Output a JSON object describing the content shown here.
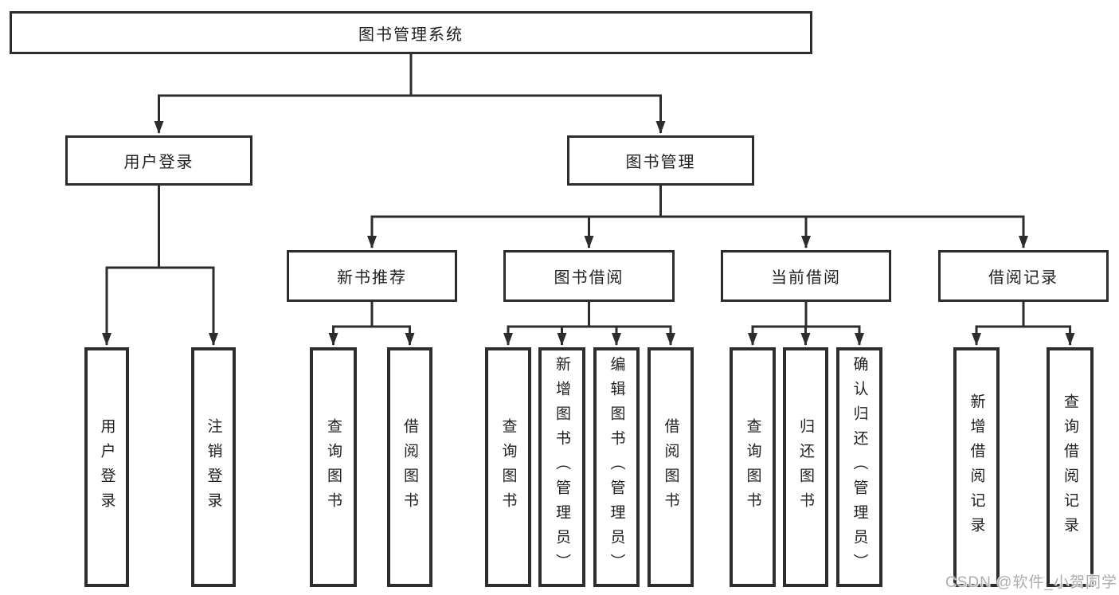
{
  "diagram": {
    "type": "hierarchy-tree",
    "title": "图书管理系统",
    "nodes": {
      "root": {
        "label": "图书管理系统",
        "children": [
          "userLogin",
          "bookMgmt"
        ]
      },
      "userLogin": {
        "label": "用户登录",
        "children": [
          "leaf1",
          "leaf2"
        ]
      },
      "bookMgmt": {
        "label": "图书管理",
        "children": [
          "newBookRec",
          "bookBorrow",
          "currentBorrow",
          "borrowRecord"
        ]
      },
      "newBookRec": {
        "label": "新书推荐",
        "children": [
          "leaf3",
          "leaf4"
        ]
      },
      "bookBorrow": {
        "label": "图书借阅",
        "children": [
          "leaf5",
          "leaf6",
          "leaf7",
          "leaf8"
        ]
      },
      "currentBorrow": {
        "label": "当前借阅",
        "children": [
          "leaf9",
          "leaf10",
          "leaf11"
        ]
      },
      "borrowRecord": {
        "label": "借阅记录",
        "children": [
          "leaf12",
          "leaf13"
        ]
      },
      "leaf1": {
        "label": "用户登录"
      },
      "leaf2": {
        "label": "注销登录"
      },
      "leaf3": {
        "label": "查询图书"
      },
      "leaf4": {
        "label": "借阅图书"
      },
      "leaf5": {
        "label": "查询图书"
      },
      "leaf6": {
        "label": "新增图书（管理员）"
      },
      "leaf7": {
        "label": "编辑图书（管理员）"
      },
      "leaf8": {
        "label": "借阅图书"
      },
      "leaf9": {
        "label": "查询图书"
      },
      "leaf10": {
        "label": "归还图书"
      },
      "leaf11": {
        "label": "确认归还（管理员）"
      },
      "leaf12": {
        "label": "新增借阅记录"
      },
      "leaf13": {
        "label": "查询借阅记录"
      }
    },
    "colors": {
      "line": "#2d2d2d",
      "box_border": "#2d2d2d",
      "box_fill": "#ffffff",
      "text": "#212121",
      "background": "#ffffff",
      "watermark_text": "#adadad"
    }
  },
  "watermark": {
    "text": "CSDN @软件_小贺同学"
  }
}
